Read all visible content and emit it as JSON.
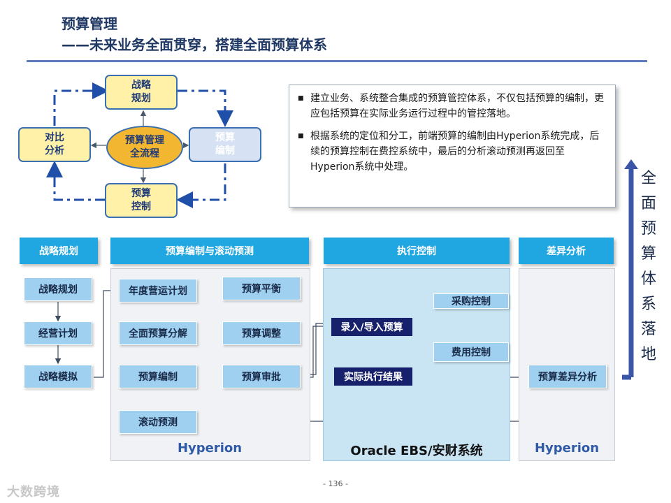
{
  "header": {
    "title": "预算管理",
    "subtitle": "——未来业务全面贯穿，搭建全面预算体系"
  },
  "cycle": {
    "top": "战略\n规划",
    "left": "对比\n分析",
    "right": "预算\n编制",
    "bottom": "预算\n控制",
    "center": "预算管理\n全流程"
  },
  "textbox": {
    "bullets": [
      "建立业务、系统整合集成的预算管控体系，不仅包括预算的编制，更应包括预算在实际业务运行过程中的管控落地。",
      "根据系统的定位和分工，前端预算的编制由Hyperion系统完成，后续的预算控制在费控系统中，最后的分析滚动预测再返回至Hyperion系统中处理。"
    ]
  },
  "side_label": [
    "全",
    "面",
    "预",
    "算",
    "体",
    "系",
    "落",
    "地"
  ],
  "columns": {
    "strategy": {
      "header": "战略规划",
      "items": [
        "战略规划",
        "经营计划",
        "战略模拟"
      ]
    },
    "budget": {
      "header": "预算编制与滚动预测",
      "left_items": [
        "年度营运计划",
        "全面预算分解",
        "预算编制",
        "滚动预测"
      ],
      "right_items": [
        "预算平衡",
        "预算调整",
        "预算审批"
      ],
      "footer": "Hyperion"
    },
    "exec": {
      "header": "执行控制",
      "input": "录入/导入预算",
      "purchase": "采购控制",
      "expense": "费用控制",
      "actual": "实际执行结果",
      "footer": "Oracle EBS/安财系统"
    },
    "variance": {
      "header": "差异分析",
      "item": "预算差异分析",
      "footer": "Hyperion"
    }
  },
  "page_number": "- 136 -",
  "watermark": "大数跨境",
  "colors": {
    "header_blue": "#20a7e1",
    "node_blue": "#9fd0f0",
    "dark_navy": "#17206b",
    "title_navy": "#1f3864",
    "cycle_yellow": "#fff2a8",
    "center_orange": "#f2b630"
  }
}
